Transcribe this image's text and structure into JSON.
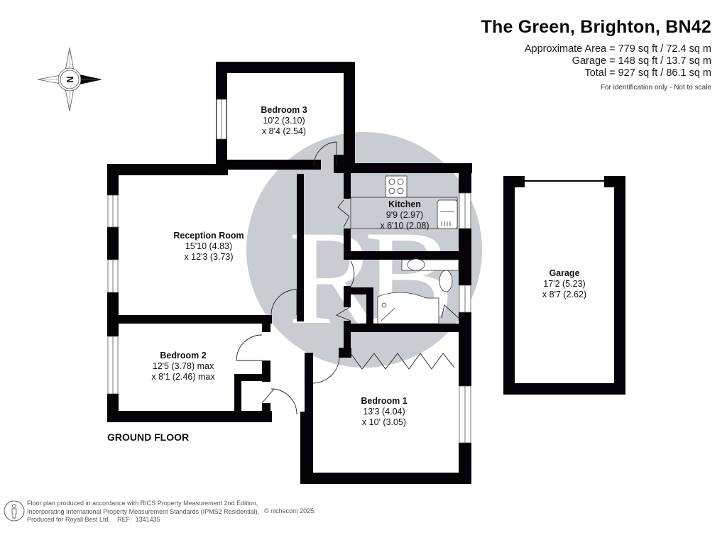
{
  "header": {
    "title": "The Green, Brighton, BN42",
    "areas": [
      "Approximate Area = 779 sq ft / 72.4 sq m",
      "Garage = 148 sq ft / 13.7 sq m",
      "Total = 927 sq ft / 86.1 sq m"
    ],
    "disclaimer": "For identification only - Not to scale"
  },
  "compass": {
    "icon": "compass-north-icon",
    "label": "N"
  },
  "watermark": {
    "text": "RB",
    "color": "#c9ccd1"
  },
  "colors": {
    "wall": "#050308",
    "background": "#ffffff",
    "watermark": "#c9ccd1"
  },
  "rooms": [
    {
      "id": "bedroom3",
      "name": "Bedroom 3",
      "dim1": "10'2 (3.10)",
      "dim2": "x 8'4 (2.54)"
    },
    {
      "id": "kitchen",
      "name": "Kitchen",
      "dim1": "9'9 (2.97)",
      "dim2": "x 6'10 (2.08)"
    },
    {
      "id": "reception",
      "name": "Reception Room",
      "dim1": "15'10 (4.83)",
      "dim2": "x 12'3 (3.73)"
    },
    {
      "id": "bedroom2",
      "name": "Bedroom 2",
      "dim1": "12'5 (3.78) max",
      "dim2": "x 8'1 (2.46) max"
    },
    {
      "id": "bedroom1",
      "name": "Bedroom 1",
      "dim1": "13'3 (4.04)",
      "dim2": "x 10' (3.05)"
    },
    {
      "id": "garage",
      "name": "Garage",
      "dim1": "17'2 (5.23)",
      "dim2": "x 8'7 (2.62)"
    }
  ],
  "floor_label": "GROUND FLOOR",
  "footer": {
    "lines": [
      "Floor plan produced in accordance with RICS Property Measurement 2nd Edition,",
      "Incorporating International Property Measurement Standards (IPMS2 Residential).",
      "Produced for Royall Best Ltd.    REF:  1341435"
    ],
    "copyright": "© nichecom 2025."
  }
}
